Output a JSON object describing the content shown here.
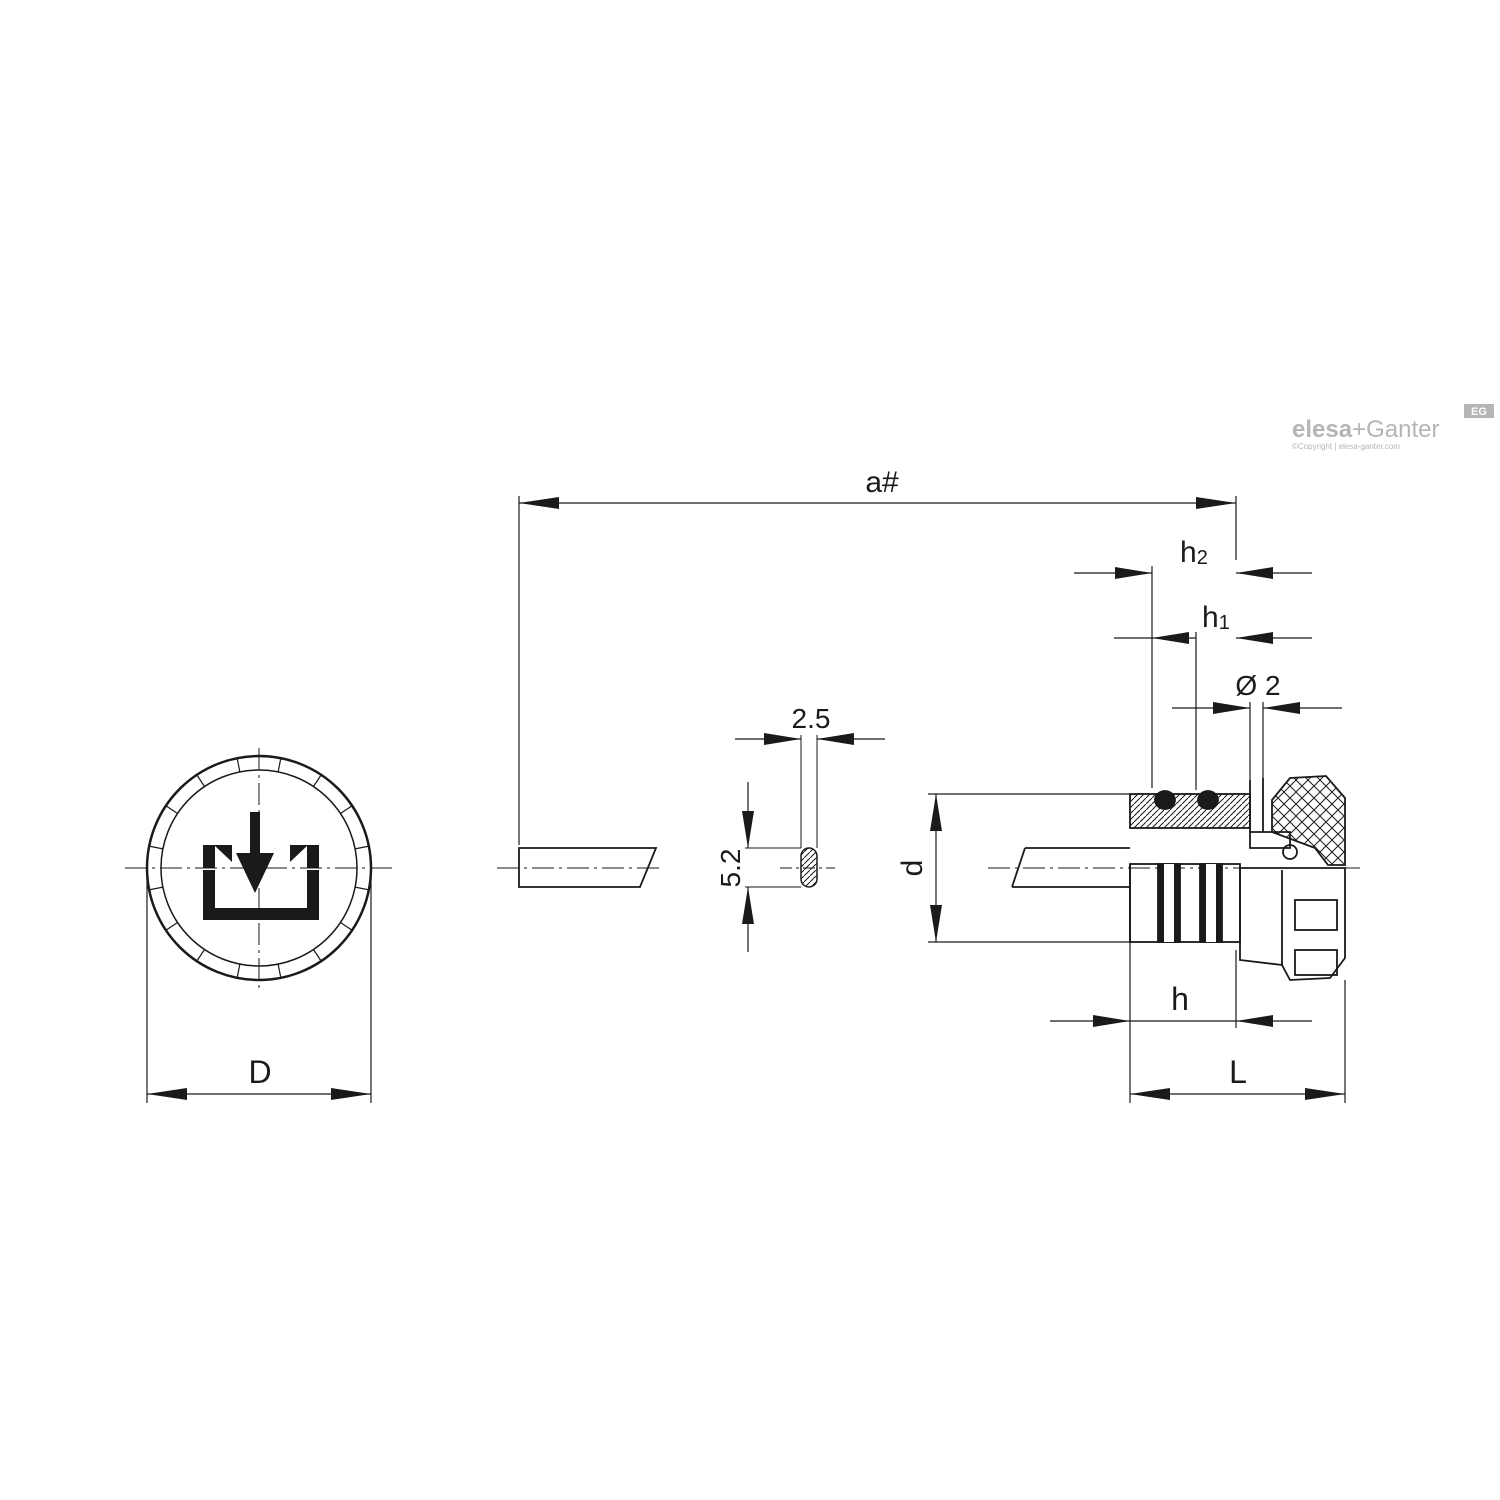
{
  "dimensions": {
    "a": "a#",
    "h2_base": "h",
    "h2_sub": "2",
    "h1_base": "h",
    "h1_sub": "1",
    "dia2": "Ø 2",
    "w25": "2.5",
    "h52": "5.2",
    "d": "d",
    "h": "h",
    "L": "L",
    "D": "D"
  },
  "logo": {
    "brand_left": "elesa",
    "brand_plus": "+",
    "brand_right": "Ganter",
    "badge": "EG",
    "copyright": "©Copyright | elesa-ganter.com"
  }
}
